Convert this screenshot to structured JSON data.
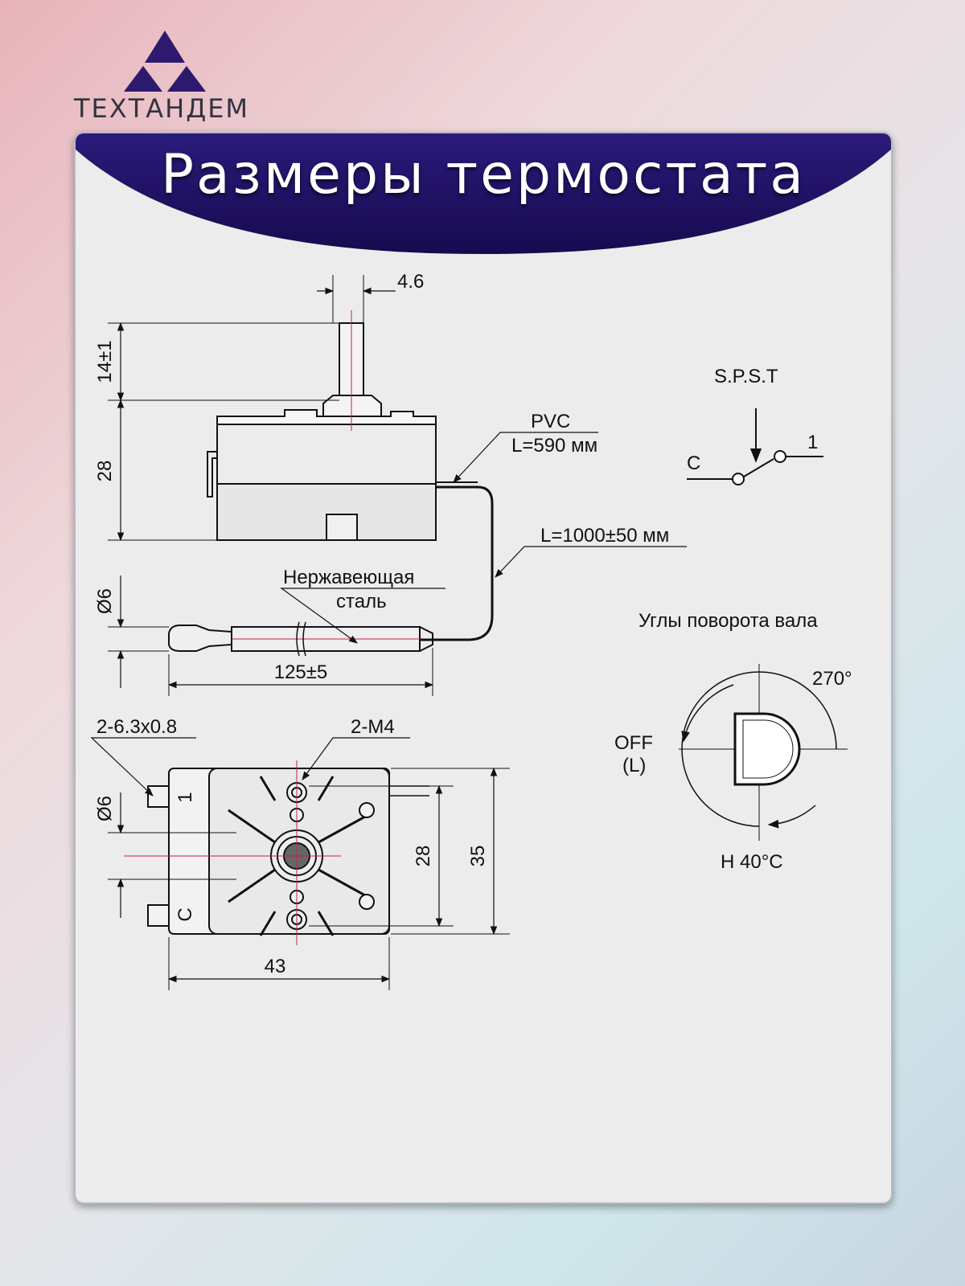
{
  "brand": {
    "name": "ТЕХТАНДЕМ",
    "color": "#2d1a6e"
  },
  "title": "Размеры термостата",
  "colors": {
    "banner": "#1f0e66",
    "line": "#111111",
    "axis": "#c0263a"
  },
  "labels": {
    "shaft_width": "4.6",
    "shaft_height": "14±1",
    "body_height": "28",
    "pvc": "PVC",
    "pvc_length": "L=590 мм",
    "capillary_length": "L=1000±50 мм",
    "steel_line1": "Нержавеющая",
    "steel_line2": "сталь",
    "probe_diameter": "Ø6",
    "probe_length": "125±5",
    "terminals": "2-6.3x0.8",
    "mounting": "2-M4",
    "terminal_1": "1",
    "terminal_c": "C",
    "base_diameter": "Ø6",
    "hole_spacing": "28",
    "base_height": "35",
    "base_width": "43"
  },
  "switch": {
    "title": "S.P.S.T",
    "contact_c": "C",
    "contact_1": "1"
  },
  "rotation": {
    "title": "Углы поворота вала",
    "angle": "270°",
    "off_line1": "OFF",
    "off_line2": "(L)",
    "high": "H 40°C"
  }
}
